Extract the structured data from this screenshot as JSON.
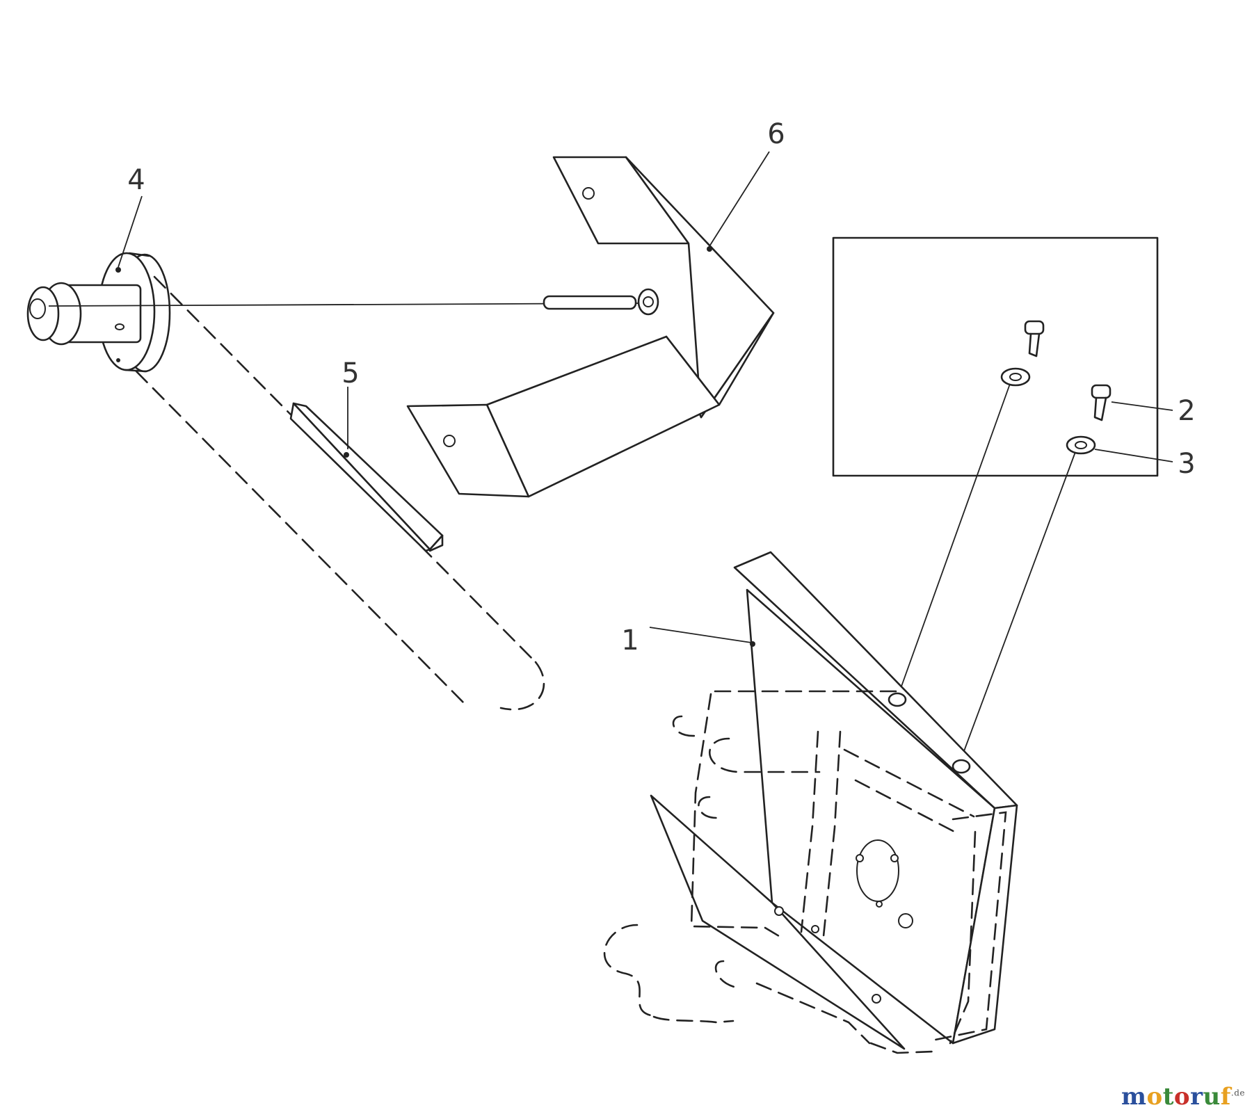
{
  "callouts": {
    "part_1": "1",
    "part_2": "2",
    "part_3": "3",
    "part_4": "4",
    "part_5": "5",
    "part_6": "6"
  },
  "watermark": {
    "letters": [
      "m",
      "o",
      "t",
      "o",
      "r",
      "u",
      "f"
    ],
    "letter_colors": [
      "#2a4f9c",
      "#e8a020",
      "#3a8a3a",
      "#c8302a",
      "#2a4f9c",
      "#3a8a3a",
      "#e8a020"
    ],
    "suffix": ".de"
  }
}
